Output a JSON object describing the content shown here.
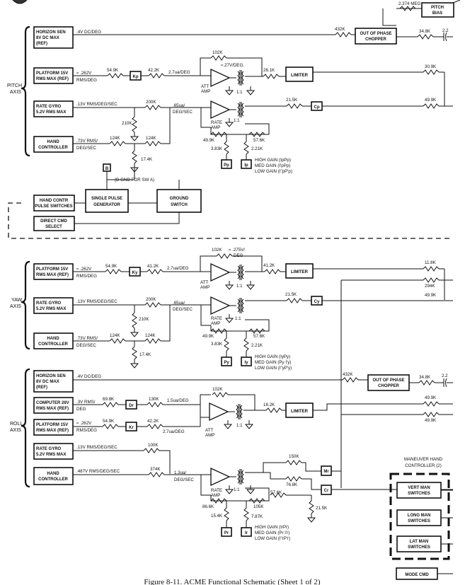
{
  "caption": "Figure 8-11. ACME Functional Schematic (Sheet 1 of 2)",
  "top": {
    "r_2374": "2.374 MEG",
    "pitch_bias": [
      "PITCH",
      "BIAS"
    ]
  },
  "pitch": {
    "axis": [
      "PITCH",
      "AXIS"
    ],
    "horizon": {
      "box": [
        "HORIZON SEN",
        "8V DC MAX",
        "(REF)"
      ],
      "signal": ".4V DC/DEG",
      "r_432": "432K",
      "chopper": [
        "OUT OF PHASE",
        "CHOPPER"
      ],
      "r_348": "34.8K",
      "cap": "2.2"
    },
    "platform": {
      "box": [
        "PLATFORM 15V",
        "RMS MAX (REF)"
      ],
      "signal": [
        "≈ .262V",
        "RMS/DEG"
      ],
      "r1": "54.9K",
      "gain": "Kp",
      "r2": "42.2K",
      "rate": "2.7ua/DEG",
      "feedback": "102K",
      "fb_signal": "≈.27V/DEG.",
      "att_amp": [
        "ATT",
        "AMP"
      ],
      "ratio": "1:1",
      "r_261": "26.1K",
      "limiter": "LIMITER",
      "r_309": "30.9K"
    },
    "rate_gyro": {
      "box": [
        "RATE GYRO",
        "5.2V RMS MAX"
      ],
      "signal": ".13V RMS/DEG/SEC",
      "r_200": "200K",
      "r_210": "210K",
      "rate": [
        ".65ua/",
        "DEG/SEC"
      ],
      "rate_amp": [
        "RATE",
        "AMP"
      ],
      "ratio": "1:1",
      "r_215": "21.5K",
      "gain": "Cp",
      "r_499": "49.9K",
      "r_499b": "49.9K",
      "r_576": "57.6K",
      "r_383": "3.83K",
      "r_221": "2.21K",
      "pp": "Pp",
      "ip": "Ip",
      "gains": [
        "HIGH GAIN (IpPp)",
        "MED GAIN (I'pPp)",
        "LOW GAIN (I\"pP'p)"
      ]
    },
    "hand": {
      "box": [
        "HAND",
        "CONTROLLER"
      ],
      "signal": [
        ".73V RMS/",
        "DEG/SEC"
      ],
      "r1": "124K",
      "r2": "124K",
      "r3": "17.4K"
    },
    "bnode": "B",
    "bgnd": "(B-GND FOR SW A)"
  },
  "pulse": {
    "contr": [
      "HAND CONTR",
      "PULSE SWITCHES"
    ],
    "gen": [
      "SINGLE PULSE",
      "GENERATOR"
    ],
    "ground": [
      "GROUND",
      "SWITCH"
    ],
    "direct": [
      "DIRECT CMD",
      "SELECT"
    ]
  },
  "yaw": {
    "axis": [
      "YAW",
      "AXIS"
    ],
    "platform": {
      "box": [
        "PLATFORM 15V",
        "RMS MAX (REF)"
      ],
      "signal": [
        "≈ .262V",
        "RMS/DEG"
      ],
      "r1": "54.9K",
      "gain": "Ky",
      "r2": "41.2K",
      "rate": "2.7ua/DEG",
      "feedback": "102K",
      "fb_signal": [
        "≈ .275V/",
        "DEG"
      ],
      "att_amp": [
        "ATT",
        "AMP"
      ],
      "ratio": "1:1",
      "r_412": "41.2K",
      "limiter": "LIMITER",
      "r_118": "11.8K",
      "r_294": "294K",
      "r_499": "49.9K"
    },
    "rate_gyro": {
      "box": [
        "RATE GYRO",
        "5.2V RMS MAX"
      ],
      "signal": ".13V RMS/DEG/SEC",
      "r_200": "200K",
      "r_210": "210K",
      "rate": [
        ".65ua/",
        "DEG/SEC"
      ],
      "rate_amp": [
        "RATE",
        "AMP"
      ],
      "ratio": "1:1",
      "r_215": "21.5K",
      "gain": "Cy",
      "r_499": "49.9K",
      "r_576": "57.6K",
      "r_383": "3.83K",
      "r_221": "2.21K",
      "py": "Py",
      "iy": "Iy",
      "gains": [
        "HIGH GAIN (IyPy)",
        "MED GAIN (Py I'y)",
        "LOW GAIN (I\"yP'y)"
      ]
    },
    "hand": {
      "box": [
        "HAND",
        "CONTROLLER"
      ],
      "signal": [
        ".73V RMS/",
        "DEG/SEC"
      ],
      "r1": "124K",
      "r2": "124K",
      "r3": "17.4K"
    }
  },
  "roll": {
    "axis": [
      "ROLL",
      "AXIS"
    ],
    "horizon": {
      "box": [
        "HORIZON SEN",
        "8V DC MAX",
        "(REF)"
      ],
      "signal": ".4V DC/DEG",
      "r_432": "432K",
      "chopper": [
        "OUT OF PHASE",
        "CHOPPER"
      ],
      "r_348": "34.8K",
      "cap": "2.2"
    },
    "computer": {
      "box": [
        "COMPUTER 26V",
        "RMS MAX (REF)"
      ],
      "signal": [
        ".3V RMS/",
        "DEG"
      ],
      "r1": "69.8K",
      "gain": "Dr",
      "r2": "130K",
      "rate": "1.5ua/DEG",
      "feedback": "102K",
      "r_182": "18.2K",
      "limiter": "LIMITER",
      "r_499a": "49.9K",
      "r_499b": "49.9K"
    },
    "platform": {
      "box": [
        "PLATFORM 15V",
        "RMS MAX (REF)"
      ],
      "signal": [
        "≈ .262V",
        "RMS/DEG"
      ],
      "r1": "54.9K",
      "gain": "Kr",
      "r2": "42.2K",
      "rate": "2.7ua/DEG",
      "att_amp": [
        "ATT",
        "AMP"
      ],
      "ratio": "1:1"
    },
    "rate_gyro": {
      "box": [
        "RATE GYRO",
        "5.2V RMS MAX"
      ],
      "signal": ".13V RMS/DEG/SEC",
      "r_100": "100K"
    },
    "hand": {
      "box": [
        "HAND",
        "CONTROLLER"
      ],
      "signal": ".487V RMS/DEG/SEC",
      "r_374": "374K",
      "rate": [
        "1.3ua/",
        "DEG/SEC"
      ],
      "rate_amp": [
        "RATE",
        "AMP"
      ],
      "ratio": "1:1",
      "r_150": "150K",
      "r_768": "76.8K",
      "r_576": "57.6K",
      "mr": "Mr",
      "cr": "Cr",
      "r_215": "21.5K",
      "r_866": "86.6K",
      "r_154": "15.4K",
      "r_105": "105K",
      "r_787": "7.87K",
      "pr": "Pr",
      "ir": "Ir",
      "gains": [
        "HIGH GAIN (IrPr)",
        "MED GAIN (Pr I'r)",
        "LOW GAIN (I\"rP'r)"
      ]
    }
  },
  "maneuver": {
    "title": [
      "MANEUVER HAND",
      "CONTROLLER (2)"
    ],
    "vert": [
      "VERT MAN",
      "SWITCHES"
    ],
    "long": [
      "LONG MAN",
      "SWITCHES"
    ],
    "lat": [
      "LAT MAN",
      "SWITCHES"
    ],
    "mode": "MODE CMD"
  }
}
